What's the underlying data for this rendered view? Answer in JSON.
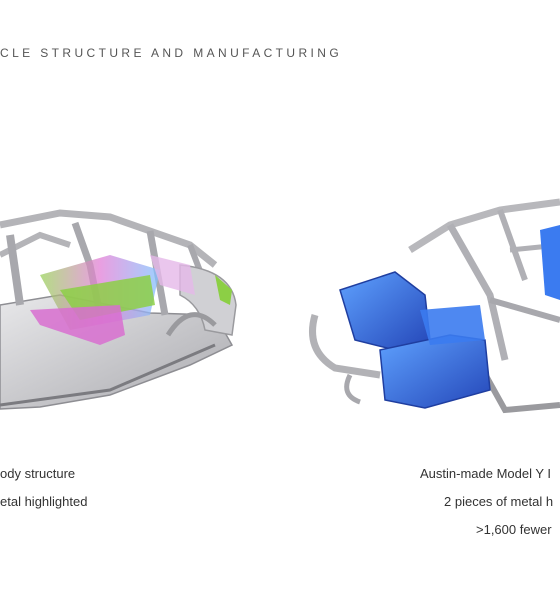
{
  "heading": "CLE STRUCTURE AND MANUFACTURING",
  "left_caption": {
    "line1": "ody structure",
    "line2": "etal highlighted"
  },
  "right_caption": {
    "line1": "Austin-made Model Y I",
    "line2": "2 pieces of metal h",
    "line3": ">1,600 fewer"
  },
  "colors": {
    "frame": "#c8c8cc",
    "pink": "#d86fd0",
    "green": "#8ccf45",
    "blue": "#2f63d8",
    "blue_light": "#5fa2ff"
  }
}
